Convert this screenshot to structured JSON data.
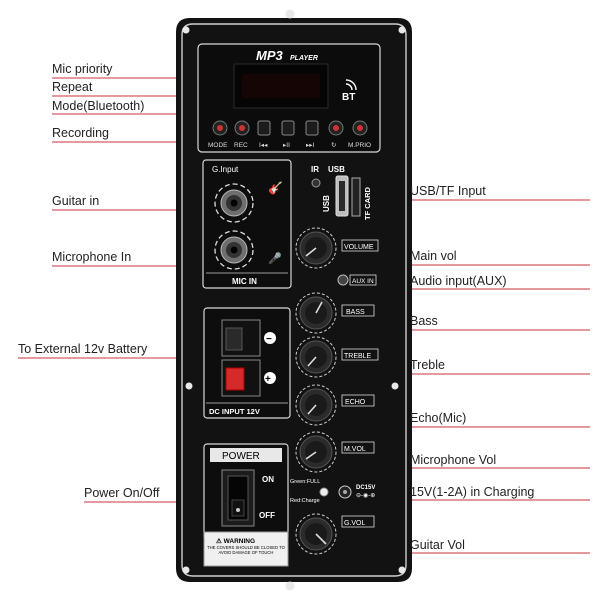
{
  "callouts_left": [
    {
      "id": "mic-priority",
      "text": "Mic priority"
    },
    {
      "id": "repeat",
      "text": "Repeat"
    },
    {
      "id": "mode-bluetooth",
      "text": "Mode(Bluetooth)"
    },
    {
      "id": "recording",
      "text": "Recording"
    },
    {
      "id": "guitar-in",
      "text": "Guitar in"
    },
    {
      "id": "microphone-in",
      "text": "Microphone In"
    },
    {
      "id": "external-battery",
      "text": "To External 12v Battery"
    },
    {
      "id": "power-onoff",
      "text": "Power On/Off"
    }
  ],
  "callouts_right": [
    {
      "id": "usb-tf-input",
      "text": "USB/TF Input"
    },
    {
      "id": "main-vol",
      "text": "Main vol"
    },
    {
      "id": "audio-input-aux",
      "text": "Audio input(AUX)"
    },
    {
      "id": "bass",
      "text": "Bass"
    },
    {
      "id": "treble",
      "text": "Treble"
    },
    {
      "id": "echo-mic",
      "text": "Echo(Mic)"
    },
    {
      "id": "microphone-vol",
      "text": "Microphone Vol"
    },
    {
      "id": "charging",
      "text": "15V(1-2A) in Charging"
    },
    {
      "id": "guitar-vol",
      "text": "Guitar Vol"
    }
  ],
  "panel": {
    "mp3_title": "MP3",
    "mp3_sub": "PLAYER",
    "bt": "BT",
    "buttons": [
      "MODE",
      "REC",
      "I◂◂",
      "▸II",
      "▸▸I",
      "↻",
      "M.PRIO"
    ],
    "ginput": "G.Input",
    "mic_in": "MIC IN",
    "ir": "IR",
    "usb": "USB",
    "tf_card": "TF CARD",
    "knobs": [
      "VOLUME",
      "BASS",
      "TREBLE",
      "ECHO",
      "M.VOL",
      "G.VOL"
    ],
    "aux_in": "AUX IN",
    "dc_input": "DC INPUT 12V",
    "power": "POWER",
    "on": "ON",
    "off": "OFF",
    "green_full": "Green:FULL",
    "red_charge": "Red:Charge",
    "dc15v": "DC15V",
    "warning": "⚠ WARNING",
    "warning_text": "THE COVERS SHOULD BE CLOSED TO AVOID DAMAGE OF TOUCH"
  }
}
